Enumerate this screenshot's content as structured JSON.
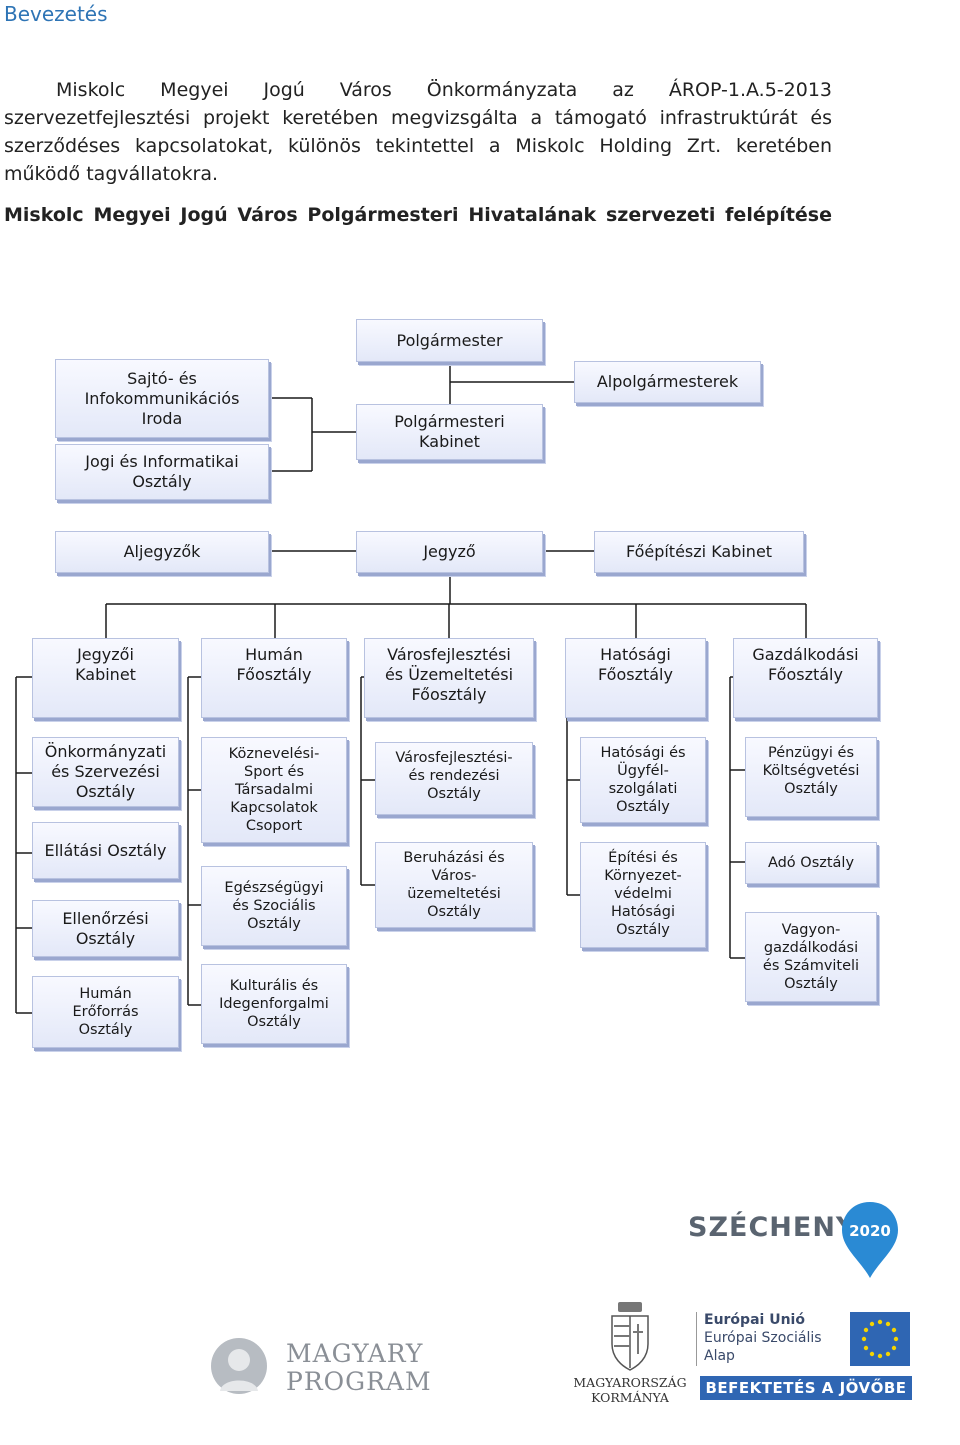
{
  "heading": "Bevezetés",
  "intro": {
    "line1": "Miskolc Megyei Jogú Város Önkormányzata az ÁROP-1.A.5-2013",
    "rest": "szervezetfejlesztési projekt keretében megvizsgálta a támogató infrastruktúrát és szerződéses kapcsolatokat, különös tekintettel a Miskolc Holding Zrt. keretében működő tagvállatokra."
  },
  "org_title": "Miskolc Megyei Jogú Város Polgármesteri Hivatalának szervezeti felépítése",
  "org": {
    "polgarmester": "Polgármester",
    "sajto": "Sajtó- és\nInfokommunikációs\nIroda",
    "jogi": "Jogi és Informatikai\nOsztály",
    "kabinet": "Polgármesteri\nKabinet",
    "alpolgarmesterek": "Alpolgármesterek",
    "aljegyzok": "Aljegyzők",
    "jegyzo": "Jegyző",
    "foepitesz": "Főépítészi Kabinet",
    "jegyzoi_kabinet": "Jegyzői\nKabinet",
    "human_fo": "Humán\nFőosztály",
    "varos_fo": "Városfejlesztési\nés Üzemeltetési\nFőosztály",
    "hatosagi_fo": "Hatósági\nFőosztály",
    "gazd_fo": "Gazdálkodási\nFőosztály",
    "col1": [
      "Önkormányzati\nés Szervezési\nOsztály",
      "Ellátási Osztály",
      "Ellenőrzési\nOsztály",
      "Humán\nErőforrás\nOsztály"
    ],
    "col2": [
      "Köznevelési-\nSport és\nTársadalmi\nKapcsolatok\nCsoport",
      "Egészségügyi\nés Szociális\nOsztály",
      "Kulturális és\nIdegenforgalmi\nOsztály"
    ],
    "col3": [
      "Városfejlesztési-\nés rendezési\nOsztály",
      "Beruházási és\nVáros-\nüzemeltetési\nOsztály"
    ],
    "col4": [
      "Hatósági és\nÜgyfél-\nszolgálati\nOsztály",
      "Építési és\nKörnyezet-\nvédelmi\nHatósági\nOsztály"
    ],
    "col5": [
      "Pénzügyi és\nKöltségvetési\nOsztály",
      "Adó Osztály",
      "Vagyon-\ngazdálkodási\nés Számviteli\nOsztály"
    ]
  },
  "logos": {
    "szechenyi": "SZÉCHENYI",
    "szechenyi_year": "2020",
    "magyary_1": "MAGYARY",
    "magyary_2": "PROGRAM",
    "kormany_1": "MAGYARORSZÁG",
    "kormany_2": "KORMÁNYA",
    "eu_1": "Európai Unió",
    "eu_2": "Európai Szociális",
    "eu_3": "Alap",
    "eu_banner": "BEFEKTETÉS A JÖVŐBE"
  },
  "colors": {
    "heading": "#2e74b5",
    "eu_blue": "#2f66b3",
    "szechenyi_blue": "#2a8ad4"
  }
}
